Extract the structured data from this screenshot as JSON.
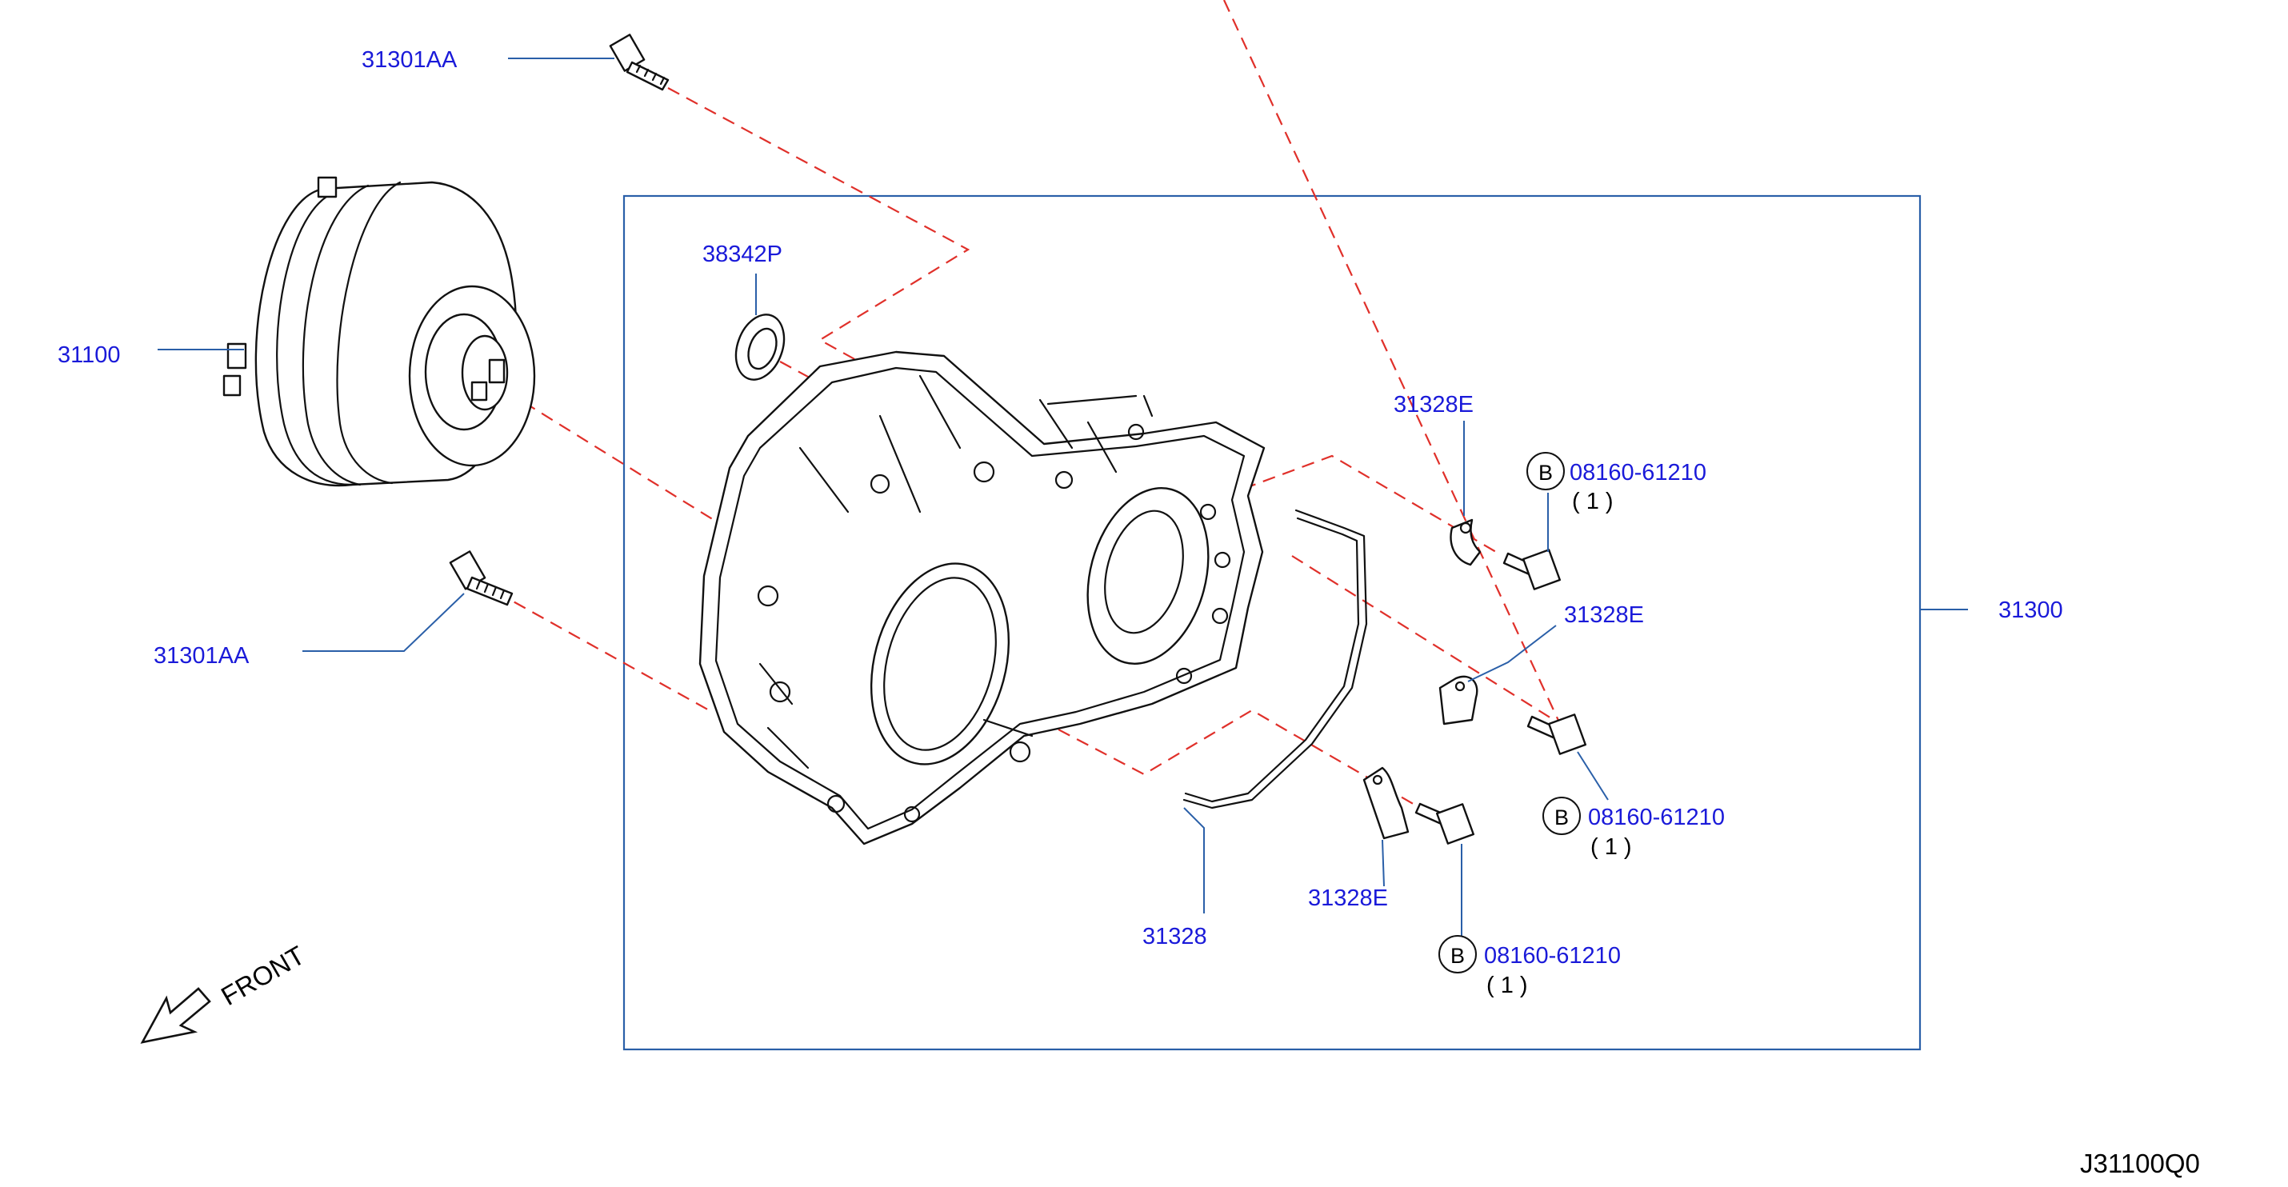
{
  "diagram": {
    "ref_code": "J31100Q0",
    "front_label": "FRONT",
    "group_label": "31300",
    "labels": {
      "bolt_top": "31301AA",
      "bolt_left": "31301AA",
      "torque_converter": "31100",
      "oil_seal": "38342P",
      "clip_1": "31328E",
      "clip_2": "31328E",
      "clip_3": "31328E",
      "oil_tube": "31328",
      "bolt_b1": "08160-61210",
      "bolt_b2": "08160-61210",
      "bolt_b3": "08160-61210"
    },
    "bolt_b_marker": "B",
    "bolt_b_qty": "( 1 )"
  },
  "colors": {
    "label": "#1a1ad9",
    "leader": "#2a5fa8",
    "dashed_assembly_line": "#e0302a",
    "group_frame": "#2a5fa8",
    "line_art": "#111111"
  }
}
